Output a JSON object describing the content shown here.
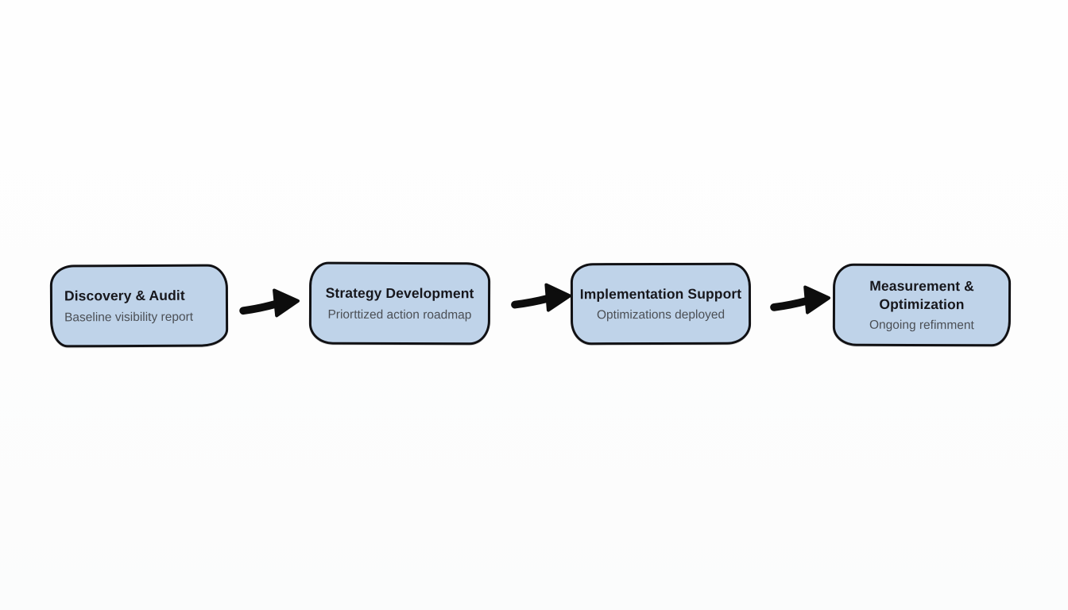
{
  "diagram": {
    "type": "flowchart",
    "direction": "left-to-right",
    "colors": {
      "background": "#fdfdfd",
      "box_fill": "#bfd3e9",
      "box_border": "#111114",
      "title_text": "#17171c",
      "subtitle_text": "#4b4f55",
      "arrow": "#0d0d0d"
    },
    "steps": [
      {
        "title": "Discovery & Audit",
        "subtitle": "Baseline visibility report"
      },
      {
        "title": "Strategy Development",
        "subtitle": "Priorttized action roadmap"
      },
      {
        "title": "Implementation Support",
        "subtitle": "Optimizations deployed"
      },
      {
        "title": "Measurement & Optimization",
        "subtitle": "Ongoing refimment"
      }
    ],
    "connectors": [
      {
        "icon": "right-arrow"
      },
      {
        "icon": "right-arrow"
      },
      {
        "icon": "right-arrow"
      }
    ]
  }
}
